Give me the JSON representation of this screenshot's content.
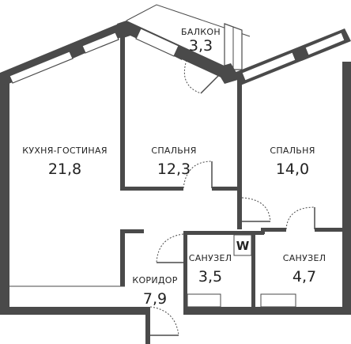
{
  "rooms": [
    {
      "key": "kitchen",
      "name": "КУХНЯ-ГОСТИНАЯ",
      "area": "21,8"
    },
    {
      "key": "bedroom1",
      "name": "СПАЛЬНЯ",
      "area": "12,3"
    },
    {
      "key": "bedroom2",
      "name": "СПАЛЬНЯ",
      "area": "14,0"
    },
    {
      "key": "balcony",
      "name": "БАЛКОН",
      "area": "3,3"
    },
    {
      "key": "bathroom1",
      "name": "САНУЗЕЛ",
      "area": "3,5"
    },
    {
      "key": "bathroom2",
      "name": "САНУЗЕЛ",
      "area": "4,7"
    },
    {
      "key": "corridor",
      "name": "КОРИДОР",
      "area": "7,9"
    }
  ],
  "washer_label": "W",
  "colors": {
    "wall": "#4a4a4a",
    "text": "#222222",
    "background": "#ffffff"
  }
}
